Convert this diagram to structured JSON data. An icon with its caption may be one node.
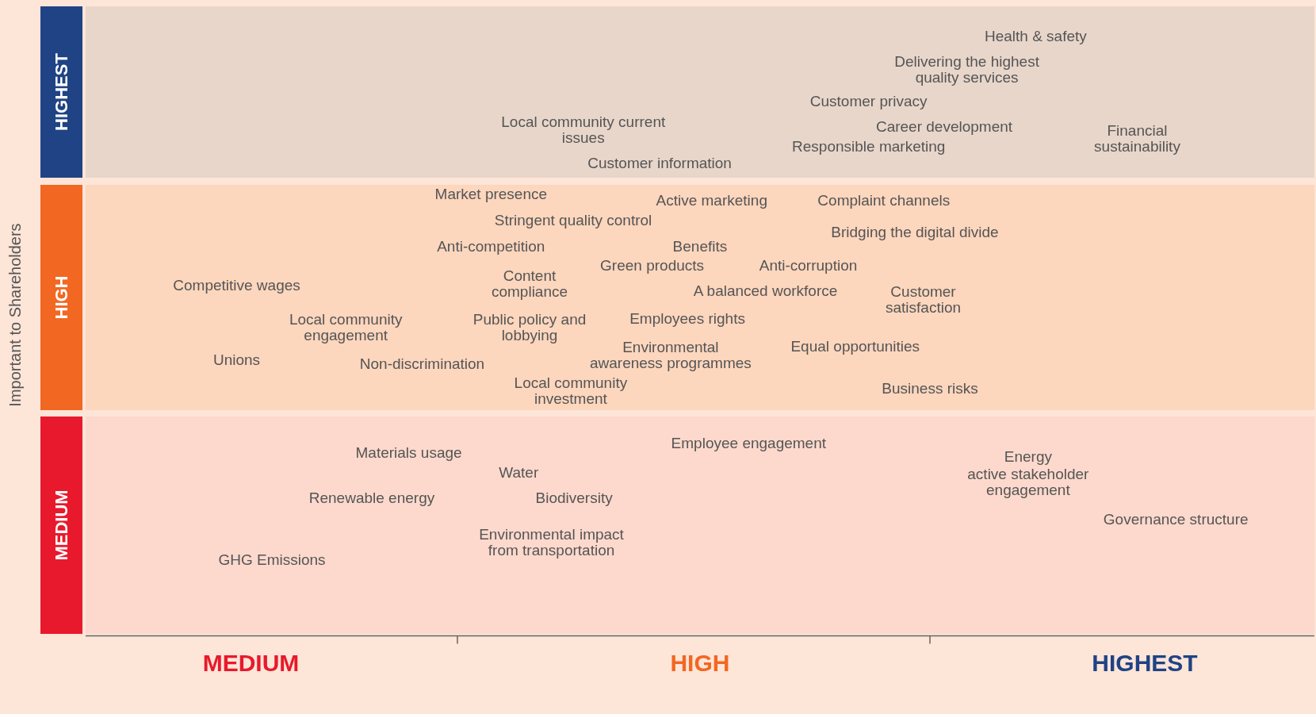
{
  "diagram": {
    "nodes": [
      {
        "text": [
          "HIGHEST"
        ]
      },
      {
        "text": [
          "HIGH"
        ]
      },
      {
        "text": [
          "MEDIUM"
        ]
      }
    ],
    "labels": [
      "Health & safety",
      "Delivering the highest quality services",
      "Customer privacy",
      "Local community current issues",
      "Career development",
      "Financial sustainability",
      "Responsible marketing",
      "Customer information",
      "Market presence",
      "Active marketing",
      "Complaint channels",
      "Stringent quality control",
      "Bridging the digital divide",
      "Anti-competition",
      "Benefits",
      "Green products",
      "Anti-corruption",
      "Content compliance",
      "Competitive wages",
      "A balanced workforce",
      "Customer satisfaction",
      "Employees rights",
      "Local community engagement",
      "Public policy and lobbying",
      "Equal opportunities",
      "Environmental awareness programmes",
      "Unions",
      "Non-discrimination",
      "Business risks",
      "Local community investment",
      "Employee engagement",
      "Materials usage",
      "Energy",
      "Water",
      "active stakeholder engagement",
      "Renewable energy",
      "Biodiversity",
      "Governance structure",
      "Environmental impact from transportation",
      "GHG Emissions",
      "MEDIUM",
      "HIGH",
      "HIGHEST",
      "Important to Shareholders"
    ]
  }
}
